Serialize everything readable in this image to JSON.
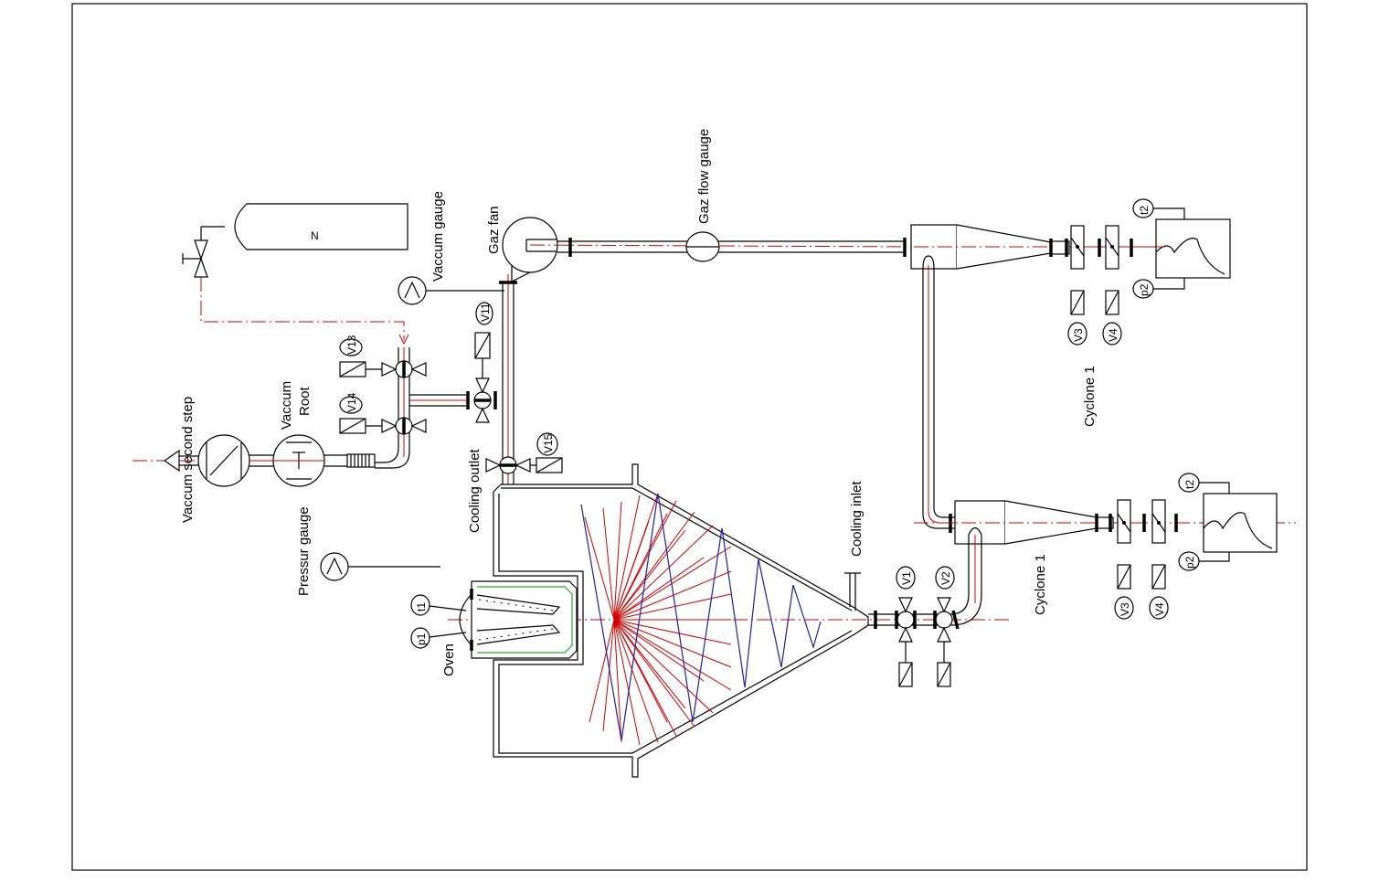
{
  "labels": {
    "gaz_flow_gauge": "Gaz flow gauge",
    "gaz_fan": "Gaz fan",
    "vaccum_gauge": "Vaccum gauge",
    "nitrogen": "N",
    "vaccum_second_step": "Vaccum second step",
    "vaccum": "Vaccum",
    "root": "Root",
    "pressur_gauge": "Pressur gauge",
    "cooling_outlet": "Cooling outlet",
    "cooling_inlet": "Cooling inlet",
    "oven": "Oven",
    "cyclone_upper": "Cyclone 1",
    "cyclone_lower": "Cyclone 1"
  },
  "tags": {
    "v13": "V13",
    "v14": "V14",
    "v11": "V11",
    "v15": "V15",
    "v1": "V1",
    "v2": "V2",
    "v3_upper": "V3",
    "v4_upper": "V4",
    "v3_lower": "V3",
    "v4_lower": "V4",
    "t2_upper": "t2",
    "p2_upper": "p2",
    "t2_lower": "t2",
    "p2_lower": "p2",
    "t1": "t1",
    "p1": "p1"
  }
}
